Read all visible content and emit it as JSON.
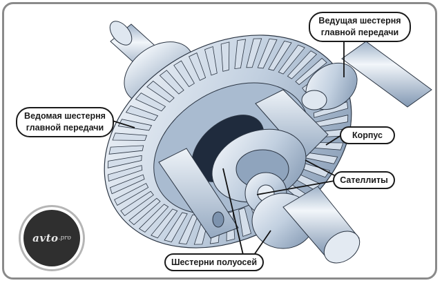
{
  "diagram": {
    "subject": "Automotive differential cutaway",
    "labels": {
      "drive_pinion": [
        "Ведущая шестерня",
        "главной передачи"
      ],
      "ring_gear": [
        "Ведомая шестерня",
        "главной передачи"
      ],
      "housing": "Корпус",
      "satellites": "Сателлиты",
      "side_gears": "Шестерни полуосей"
    }
  },
  "logo": {
    "main": "avto",
    "suffix": ".pro"
  },
  "colors": {
    "frame": "#8a8a8a",
    "steel_light": "#e8eef5",
    "steel_mid": "#b7c6d8",
    "steel_dark": "#6f86a3",
    "outline": "#1a1a1a",
    "logo_bg": "#2f2f2f"
  }
}
